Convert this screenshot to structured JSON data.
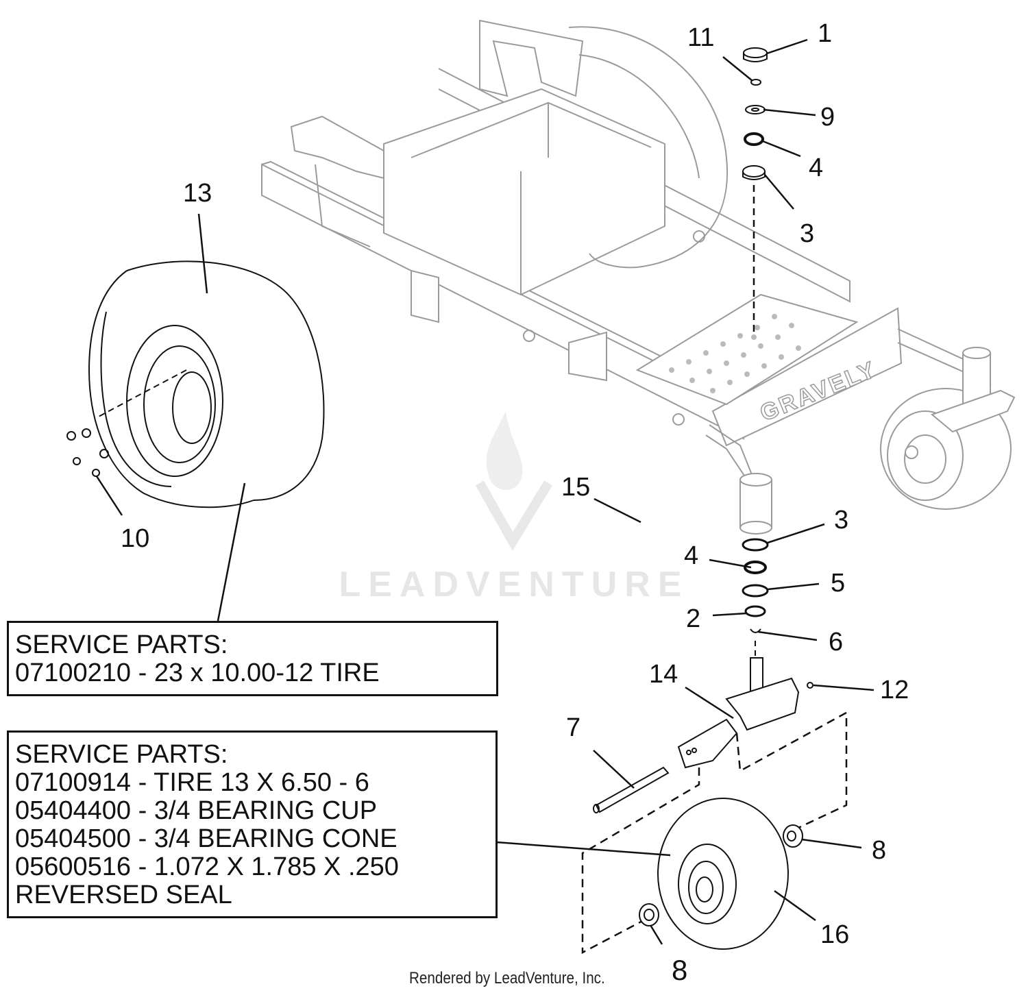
{
  "callouts": [
    {
      "num": "1"
    },
    {
      "num": "11"
    },
    {
      "num": "9"
    },
    {
      "num": "4"
    },
    {
      "num": "3"
    },
    {
      "num": "13"
    },
    {
      "num": "10"
    },
    {
      "num": "15"
    },
    {
      "num": "3"
    },
    {
      "num": "4"
    },
    {
      "num": "5"
    },
    {
      "num": "2"
    },
    {
      "num": "6"
    },
    {
      "num": "14"
    },
    {
      "num": "12"
    },
    {
      "num": "7"
    },
    {
      "num": "8"
    },
    {
      "num": "16"
    },
    {
      "num": "8"
    }
  ],
  "service_boxes": [
    {
      "lines": [
        "SERVICE PARTS:",
        "07100210 - 23 x 10.00-12 TIRE"
      ]
    },
    {
      "lines": [
        "SERVICE PARTS:",
        "07100914 - TIRE 13 X 6.50 - 6",
        "05404400 - 3/4 BEARING CUP",
        "05404500 - 3/4 BEARING CONE",
        "05600516 - 1.072 X 1.785 X .250",
        "REVERSED SEAL"
      ]
    }
  ],
  "frame_brand": "GRAVELY",
  "watermark": "LEADVENTURE",
  "footer": "Rendered by LeadVenture, Inc.",
  "colors": {
    "line": "#111111",
    "frame_line": "#999999",
    "watermark": "#e6e6e6"
  }
}
